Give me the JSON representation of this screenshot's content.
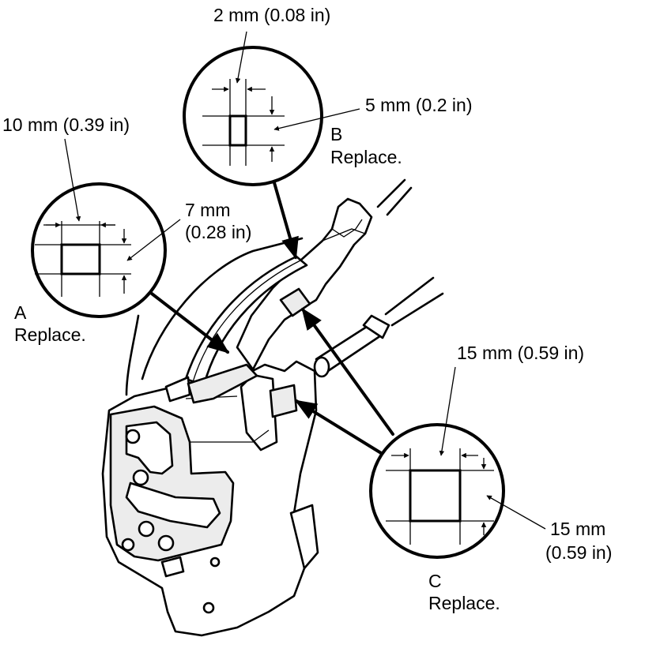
{
  "callouts": {
    "a": {
      "letter": "A",
      "instruction": "Replace.",
      "width": "10 mm (0.39 in)",
      "height_value": "7 mm",
      "height_inch": "(0.28 in)"
    },
    "b": {
      "letter": "B",
      "instruction": "Replace.",
      "width": "2 mm (0.08 in)",
      "height": "5 mm (0.2 in)"
    },
    "c": {
      "letter": "C",
      "instruction": "Replace.",
      "width": "15 mm (0.59 in)",
      "height_value": "15 mm",
      "height_inch": "(0.59 in)"
    }
  }
}
